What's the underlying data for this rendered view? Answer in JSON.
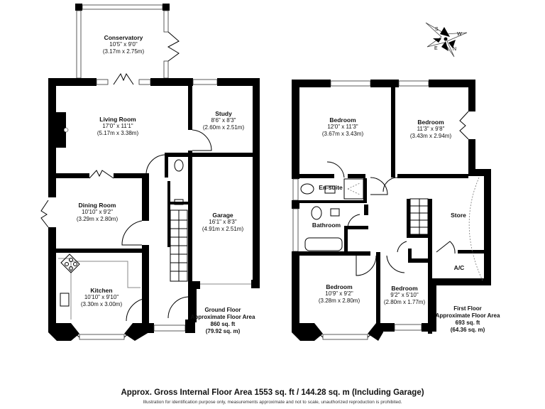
{
  "ground_floor": {
    "rooms": [
      {
        "name": "Conservatory",
        "imperial": "10'5\" x 9'0\"",
        "metric": "(3.17m x 2.75m)"
      },
      {
        "name": "Living Room",
        "imperial": "17'0\" x 11'1\"",
        "metric": "(5.17m x 3.38m)"
      },
      {
        "name": "Study",
        "imperial": "8'6\" x 8'3\"",
        "metric": "(2.60m x 2.51m)"
      },
      {
        "name": "Dining Room",
        "imperial": "10'10\" x 9'2\"",
        "metric": "(3.29m x 2.80m)"
      },
      {
        "name": "Garage",
        "imperial": "16'1\" x 8'3\"",
        "metric": "(4.91m x 2.51m)"
      },
      {
        "name": "Kitchen",
        "imperial": "10'10\" x 9'10\"",
        "metric": "(3.30m x 3.00m)"
      }
    ],
    "area": {
      "title": "Ground Floor",
      "subtitle": "Approximate Floor Area",
      "sqft": "860 sq. ft",
      "sqm": "(79.92 sq. m)"
    }
  },
  "first_floor": {
    "rooms": [
      {
        "name": "Bedroom",
        "imperial": "12'0\" x 11'3\"",
        "metric": "(3.67m x 3.43m)"
      },
      {
        "name": "Bedroom",
        "imperial": "11'3\" x 9'8\"",
        "metric": "(3.43m x 2.94m)"
      },
      {
        "name": "En-suite"
      },
      {
        "name": "Bathroom"
      },
      {
        "name": "Store"
      },
      {
        "name": "A/C"
      },
      {
        "name": "Bedroom",
        "imperial": "10'9\" x 9'2\"",
        "metric": "(3.28m x 2.80m)"
      },
      {
        "name": "Bedroom",
        "imperial": "9'2\" x 5'10\"",
        "metric": "(2.80m x 1.77m)"
      }
    ],
    "area": {
      "title": "First Floor",
      "subtitle": "Approximate Floor Area",
      "sqft": "693 sq. ft",
      "sqm": "(64.36 sq. m)"
    }
  },
  "compass": {
    "labels": [
      "S",
      "W",
      "E",
      "N"
    ]
  },
  "footer": {
    "title": "Approx. Gross Internal Floor Area 1553 sq. ft / 144.28 sq. m (Including Garage)",
    "note": "Illustration for identification purpose only, measurements approximate and not to scale, unauthorized reproduction is prohibited."
  }
}
